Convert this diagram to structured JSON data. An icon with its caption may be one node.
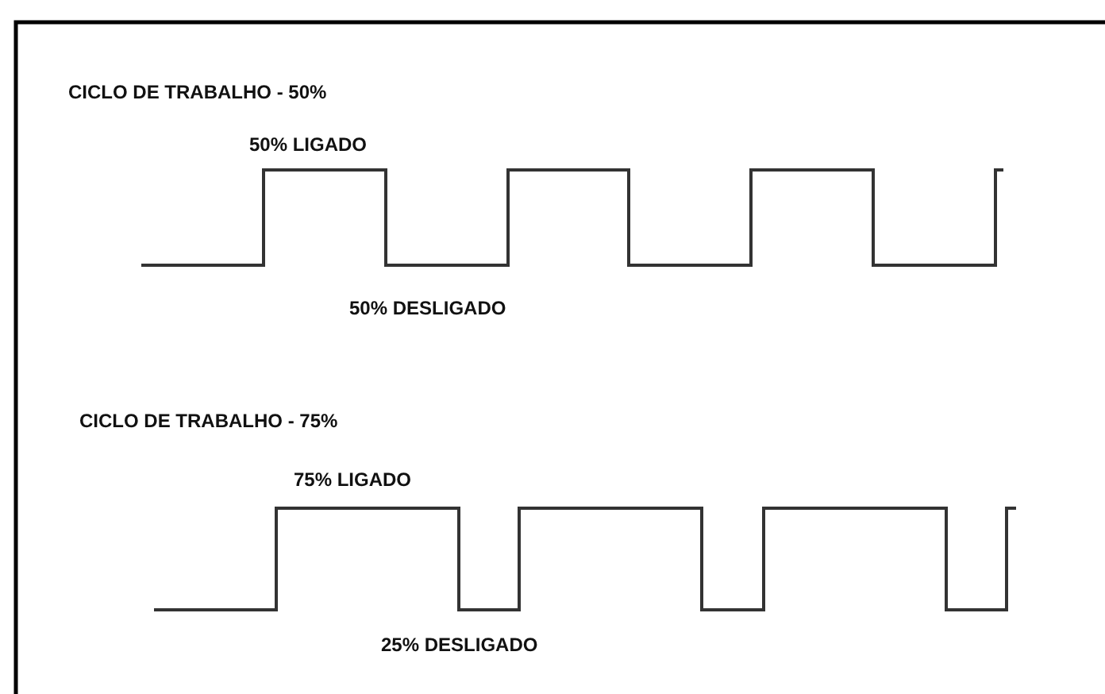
{
  "diagram": {
    "labels": [
      "CICLO DE TRABALHO - 50%",
      "50% LIGADO",
      "50% DESLIGADO",
      "CICLO DE TRABALHO - 75%",
      "75% LIGADO",
      "25% DESLIGADO"
    ]
  }
}
